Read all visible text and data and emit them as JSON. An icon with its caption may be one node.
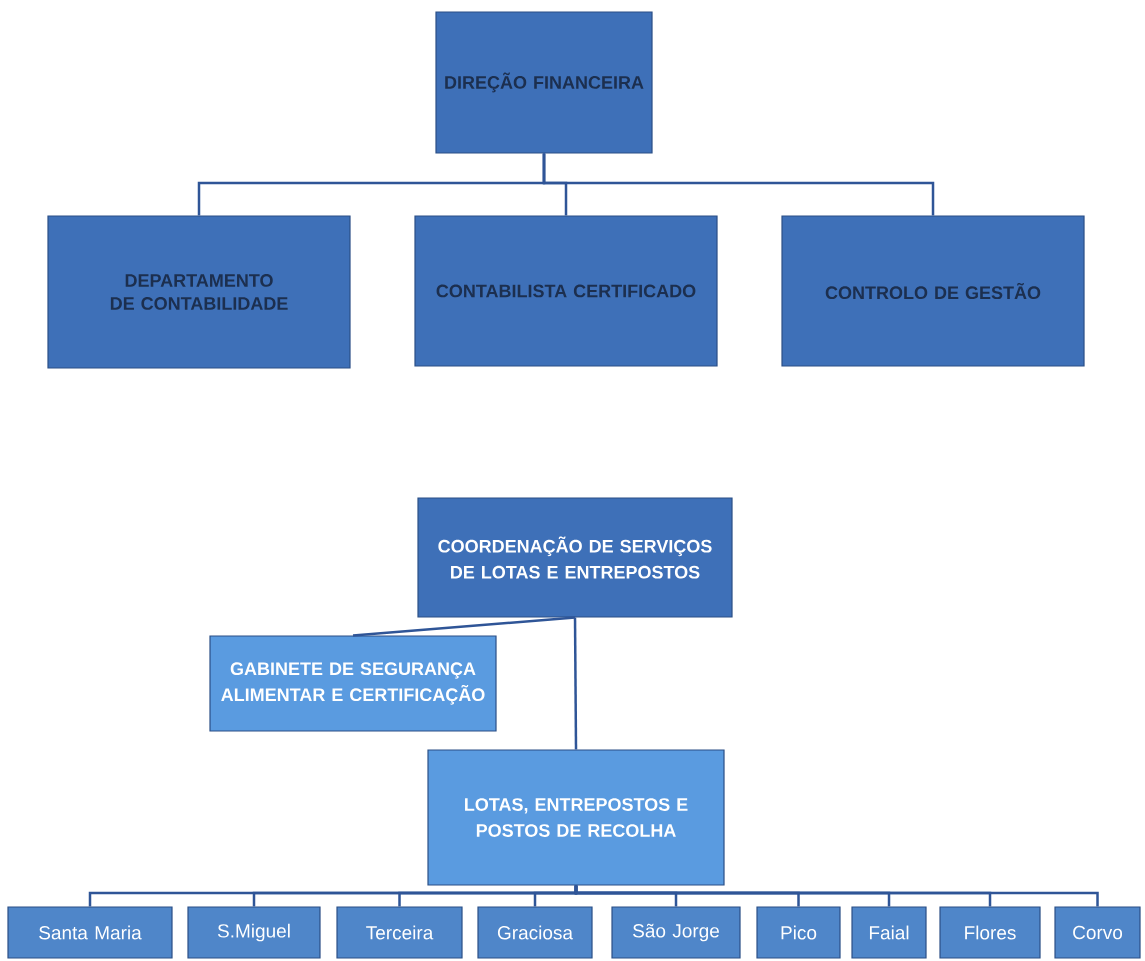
{
  "diagram": {
    "nodes": [
      {
        "text": [
          "DIREÇÃO FINANCEIRA"
        ]
      },
      {
        "text": [
          "DEPARTAMENTO DE CONTABILIDADE"
        ]
      },
      {
        "text": [
          "CONTABILISTA CERTIFICADO"
        ]
      },
      {
        "text": [
          "CONTROLO DE GESTÃO"
        ]
      },
      {
        "text": [
          "COORDENAÇÃO DE SERVIÇOS DE LOTAS E ENTREPOSTOS"
        ]
      },
      {
        "text": [
          "GABINETE DE SEGURANÇA ALIMENTAR E CERTIFICAÇÃO"
        ]
      },
      {
        "text": [
          "LOTAS, ENTREPOSTOS E POSTOS DE RECOLHA"
        ]
      },
      {
        "text": [
          "Santa Maria"
        ]
      },
      {
        "text": [
          "S.Miguel"
        ]
      },
      {
        "text": [
          "Terceira"
        ]
      },
      {
        "text": [
          "Graciosa"
        ]
      },
      {
        "text": [
          "São Jorge"
        ]
      },
      {
        "text": [
          "Pico"
        ]
      },
      {
        "text": [
          "Faial"
        ]
      },
      {
        "text": [
          "Flores"
        ]
      },
      {
        "text": [
          "Corvo"
        ]
      }
    ],
    "edges": [
      {
        "from": 0,
        "to": 1,
        "arrow": "none"
      },
      {
        "from": 0,
        "to": 2,
        "arrow": "none"
      },
      {
        "from": 0,
        "to": 3,
        "arrow": "none"
      },
      {
        "from": 4,
        "to": 5,
        "arrow": "none"
      },
      {
        "from": 4,
        "to": 6,
        "arrow": "none"
      },
      {
        "from": 6,
        "to": 7,
        "arrow": "none"
      },
      {
        "from": 6,
        "to": 8,
        "arrow": "none"
      },
      {
        "from": 6,
        "to": 9,
        "arrow": "none"
      },
      {
        "from": 6,
        "to": 10,
        "arrow": "none"
      },
      {
        "from": 6,
        "to": 11,
        "arrow": "none"
      },
      {
        "from": 6,
        "to": 12,
        "arrow": "none"
      },
      {
        "from": 6,
        "to": 13,
        "arrow": "none"
      },
      {
        "from": 6,
        "to": 14,
        "arrow": "none"
      },
      {
        "from": 6,
        "to": 15,
        "arrow": "none"
      }
    ]
  }
}
